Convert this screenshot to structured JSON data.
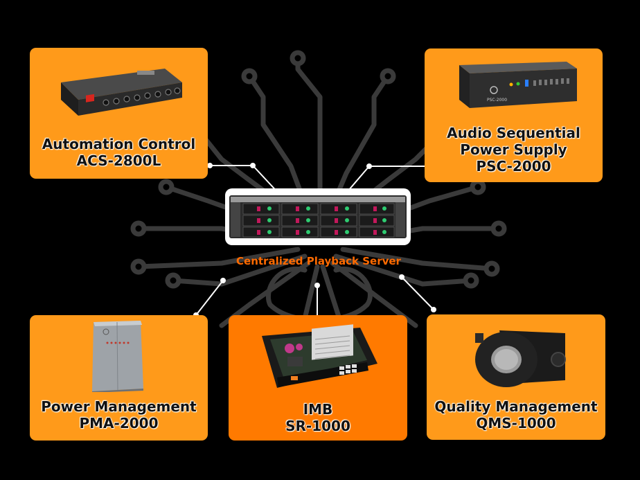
{
  "colors": {
    "background": "#000000",
    "card_orange": "#ff9a1a",
    "card_highlight": "#ff7a00",
    "caption_orange": "#ff6a00",
    "circuit_gray": "#3a3a3a"
  },
  "center": {
    "caption": "Centralized Playback Server",
    "icon": "rack-server-icon"
  },
  "cards": {
    "acs": {
      "line1": "Automation Control",
      "line2": "ACS-2800L",
      "icon": "automation-controller-icon"
    },
    "psc": {
      "line1": "Audio Sequential",
      "line2": "Power Supply",
      "line3": "PSC-2000",
      "icon": "power-supply-rack-icon"
    },
    "pma": {
      "line1": "Power Management",
      "line2": "PMA-2000",
      "icon": "power-cabinet-icon"
    },
    "imb": {
      "line1": "IMB",
      "line2": "SR-1000",
      "icon": "imb-board-icon"
    },
    "qms": {
      "line1": "Quality Management",
      "line2": "QMS-1000",
      "icon": "camera-sensor-icon"
    }
  }
}
